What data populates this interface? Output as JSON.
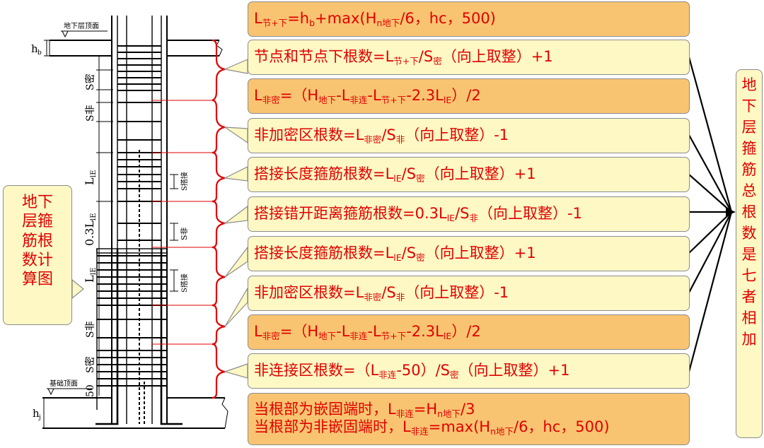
{
  "drawing": {
    "labels": {
      "basement_top": "地下层顶面",
      "foundation_top": "基础顶面",
      "hb": "h",
      "hb_sub": "b",
      "hj": "h",
      "hj_sub": "j",
      "s_mi_1": "S密",
      "s_fei_1": "S非",
      "lle_1": "L",
      "lle_1_sub": "lE",
      "s_dajie_1": "S搭接",
      "lle_03": "0.3L",
      "lle_03_sub": "lE",
      "s_fei_2": "S非",
      "lle_2": "L",
      "lle_2_sub": "lE",
      "s_dajie_2": "S搭接",
      "s_fei_3": "S非",
      "s_mi_2": "S密",
      "fifty": "50"
    }
  },
  "left_note": {
    "lines": [
      "地下",
      "层箍",
      "筋根",
      "数计",
      "算图"
    ]
  },
  "right_note": {
    "chars": [
      "地",
      "下",
      "层",
      "箍",
      "筋",
      "总",
      "根",
      "数",
      "是",
      "七",
      "者",
      "相",
      "加"
    ]
  },
  "formulas": {
    "f1": {
      "a": "L",
      "b": "节+下",
      "c": "=h",
      "d": "b",
      "e": "+max(H",
      "f": "n地下",
      "g": "/6，hc，500)"
    },
    "f2": {
      "a": "节点和节点下根数=L",
      "b": "节+下",
      "c": "/S",
      "d": "密",
      "e": "（向上取整）+1"
    },
    "f3": {
      "a": "L",
      "b": "非密",
      "c": "=（H",
      "d": "地下",
      "e": "-L",
      "f": "非连",
      "g": "-L",
      "h": "节+下",
      "i": "-2.3L",
      "j": "lE",
      "k": "）/2"
    },
    "f4": {
      "a": "非加密区根数=L",
      "b": "非密",
      "c": "/S",
      "d": "非",
      "e": "（向上取整）-1"
    },
    "f5": {
      "a": "搭接长度箍筋根数=L",
      "b": "lE",
      "c": "/S",
      "d": "密",
      "e": "（向上取整）+1"
    },
    "f6": {
      "a": "搭接错开距离箍筋根数=0.3L",
      "b": "lE",
      "c": "/S",
      "d": "非",
      "e": "（向上取整）-1"
    },
    "f7": {
      "a": "搭接长度箍筋根数=L",
      "b": "lE",
      "c": "/S",
      "d": "密",
      "e": "（向上取整）+1"
    },
    "f8": {
      "a": "非加密区根数=L",
      "b": "非密",
      "c": "/S",
      "d": "非",
      "e": "（向上取整）-1"
    },
    "f9": {
      "a": "L",
      "b": "非密",
      "c": "=（H",
      "d": "地下",
      "e": "-L",
      "f": "非连",
      "g": "-L",
      "h": "节+下",
      "i": "-2.3L",
      "j": "lE",
      "k": "）/2"
    },
    "f10": {
      "a": "非连接区根数=（L",
      "b": "非连",
      "c": "-50）/S",
      "d": "密",
      "e": "（向上取整）+1"
    },
    "f11": {
      "l1a": "当根部为嵌固端时，L",
      "l1b": "非连",
      "l1c": "=H",
      "l1d": "n地下",
      "l1e": "/3",
      "l2a": "当根部为非嵌固端时，L",
      "l2b": "非连",
      "l2c": "=max(H",
      "l2d": "n地下",
      "l2e": "/6，hc，500)"
    }
  },
  "colors": {
    "formula_text": "#e00000",
    "brace": "#e00000",
    "orange_box": "#f9c471",
    "light_box": "#fdf8c4",
    "lines": "#000000"
  }
}
